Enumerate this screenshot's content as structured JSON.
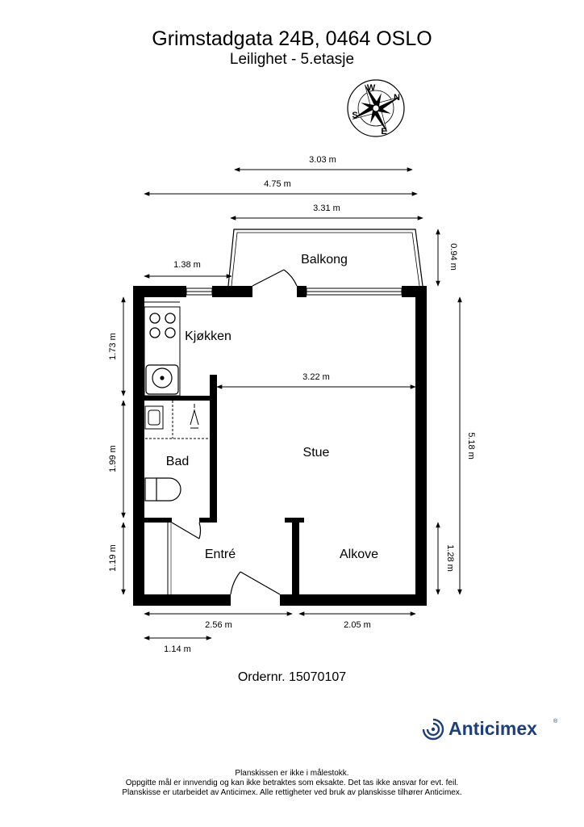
{
  "header": {
    "address": "Grimstadgata 24B, 0464 OSLO",
    "subtitle": "Leilighet  - 5.etasje"
  },
  "compass": {
    "letters": [
      "W",
      "N",
      "E",
      "S"
    ]
  },
  "rooms": {
    "balkong": "Balkong",
    "kjokken": "Kjøkken",
    "bad": "Bad",
    "stue": "Stue",
    "entre": "Entré",
    "alkove": "Alkove"
  },
  "dimensions": {
    "top_303": "3.03 m",
    "top_475": "4.75 m",
    "top_331": "3.31 m",
    "balcony_depth": "0.94 m",
    "left_138": "1.38 m",
    "left_173": "1.73 m",
    "left_199": "1.99 m",
    "left_119": "1.19 m",
    "stue_width": "3.22 m",
    "right_518": "5.18 m",
    "right_128": "1.28 m",
    "bottom_256": "2.56 m",
    "bottom_205": "2.05 m",
    "bottom_114": "1.14 m"
  },
  "order": "Ordernr. 15070107",
  "brand": {
    "name": "Anticimex",
    "reg": "®",
    "color": "#1f3f79"
  },
  "footer": [
    "Planskissen er ikke i målestokk.",
    "Oppgitte mål er innvendig og kan ikke betraktes som eksakte. Det tas ikke ansvar for evt. feil.",
    "Planskisse er utarbeidet av Anticimex. Alle rettigheter ved bruk av planskisse tilhører Anticimex."
  ]
}
